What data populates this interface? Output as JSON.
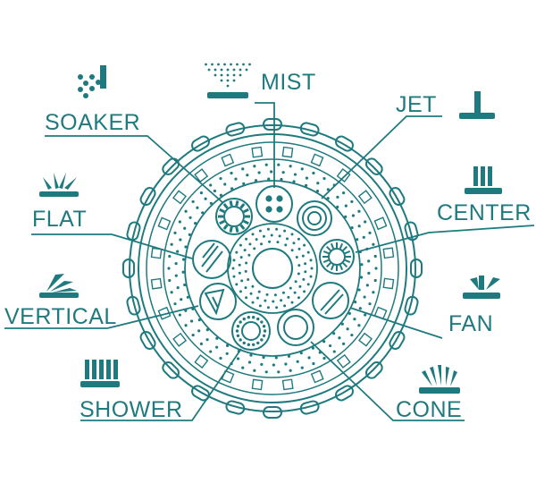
{
  "colors": {
    "teal": "#1f7a7f",
    "background": "#ffffff"
  },
  "labels": {
    "mist": "MIST",
    "jet": "JET",
    "soaker": "SOAKER",
    "flat": "FLAT",
    "center": "CENTER",
    "vertical": "VERTICAL",
    "fan": "FAN",
    "shower": "SHOWER",
    "cone": "CONE"
  },
  "icons": {
    "mist": "mist-spray-icon",
    "jet": "jet-spray-icon",
    "soaker": "soaker-spray-icon",
    "flat": "flat-spray-icon",
    "center": "center-spray-icon",
    "vertical": "vertical-spray-icon",
    "fan": "fan-spray-icon",
    "shower": "shower-spray-icon",
    "cone": "cone-spray-icon"
  }
}
